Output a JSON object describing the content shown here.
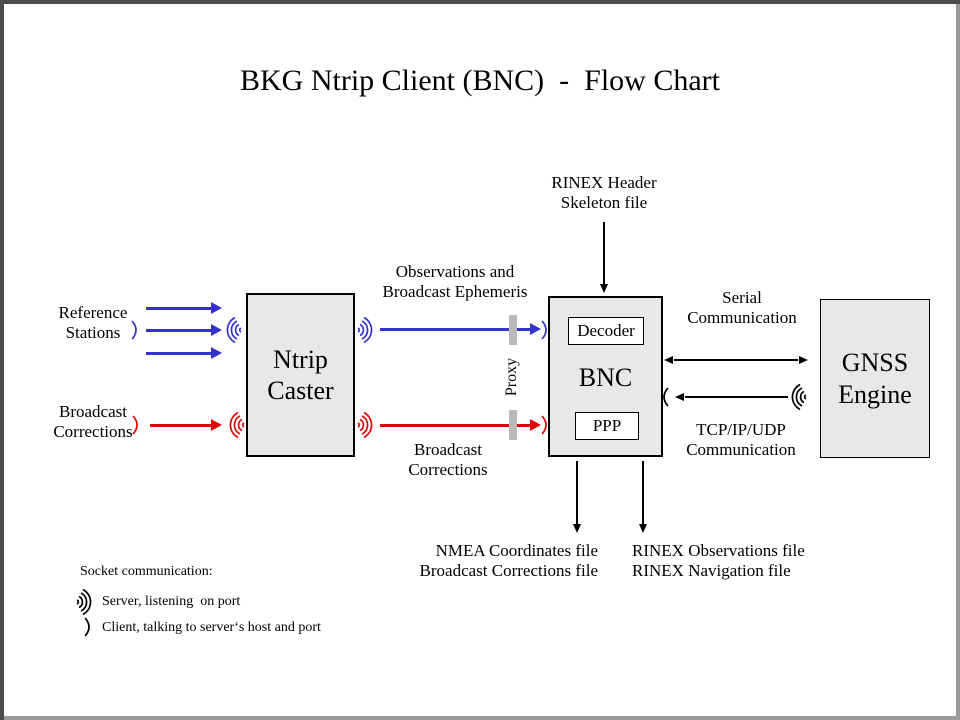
{
  "title": "BKG Ntrip Client (BNC)  -  Flow Chart",
  "colors": {
    "blue_stream": "#3333cc",
    "red_stream": "#dd0806",
    "black": "#000000",
    "box_fill": "#e8e8e8",
    "proxy_bar": "#b9b9b9",
    "frame_dark": "#4b4b4b",
    "frame_light": "#9a9a9a"
  },
  "nodes": {
    "ntrip_caster": "Ntrip\nCaster",
    "bnc": "BNC",
    "decoder": "Decoder",
    "ppp": "PPP",
    "gnss_engine": "GNSS\nEngine"
  },
  "labels": {
    "reference_stations": "Reference\nStations",
    "broadcast_corrections_input": "Broadcast\nCorrections",
    "observations_ephemeris": "Observations and\nBroadcast Ephemeris",
    "broadcast_corrections_stream": "Broadcast\nCorrections",
    "rinex_header_skeleton": "RINEX Header\nSkeleton file",
    "serial_communication": "Serial\nCommunication",
    "tcp_udp_communication": "TCP/IP/UDP\nCommunication",
    "proxy": "Proxy",
    "nmea_outputs": "NMEA Coordinates file\nBroadcast Corrections file",
    "rinex_outputs": "RINEX Observations file\nRINEX Navigation file"
  },
  "legend": {
    "heading": "Socket communication:",
    "server_entry": "Server, listening  on port",
    "client_entry": "Client, talking to server‘s host and port"
  },
  "icons": {
    "server_listening": "signal-waves-icon",
    "client_talking": "arc-icon"
  }
}
